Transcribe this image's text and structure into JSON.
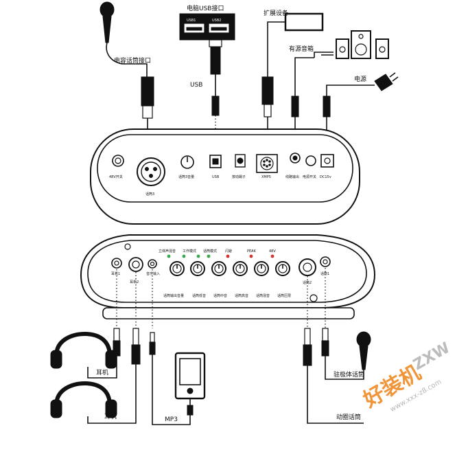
{
  "top_labels": {
    "usb_port_title": "电脑USB接口",
    "usb1": "USB1",
    "usb2": "USB2",
    "usb": "USB",
    "mic_port": "电容话筒接口",
    "expansion": "扩展设备",
    "speakers": "有源音箱",
    "power": "电源"
  },
  "top_panel": {
    "phantom_switch": "48V开关",
    "mic3": "话筒3",
    "mic3_volume": "话筒3音量",
    "usb": "USB",
    "footswitch": "按动踢子",
    "xmp5": "XMP5",
    "line_out": "线路输出",
    "power_switch": "电源开关",
    "dc15v": "DC15v"
  },
  "front_panel": {
    "earphone1": "耳机1",
    "earphone2": "耳机2",
    "music_in": "音乐输入",
    "stereo_surround": "立体声混音",
    "work_mode": "工作模式",
    "mic_mode": "话筒模式",
    "flash": "闪避",
    "peak": "PEAK",
    "v48": "48V",
    "mic_out_volume": "话筒输出音量",
    "mic_low": "话筒低音",
    "mic_mid": "话筒中音",
    "mic_high": "话筒高音",
    "mic_reverb": "话筒混音",
    "mic_echo": "话筒压限",
    "mic2": "话筒2",
    "mic1": "话筒1"
  },
  "bottom_labels": {
    "headphone_a": "耳机",
    "headphone_b": "耳机",
    "mp3": "MP3",
    "electret_mic": "驻极体话筒",
    "dynamic_mic": "动圈话筒"
  },
  "watermark": {
    "logo_cn": "好装机",
    "logo_latin": "ZXW",
    "url": "www.xxx-z8.com"
  },
  "colors": {
    "line": "#111111",
    "led_green": "#39a84b",
    "led_red": "#d6322e",
    "watermark_orange": "#f08a24",
    "watermark_gray": "#b5b5b5"
  }
}
